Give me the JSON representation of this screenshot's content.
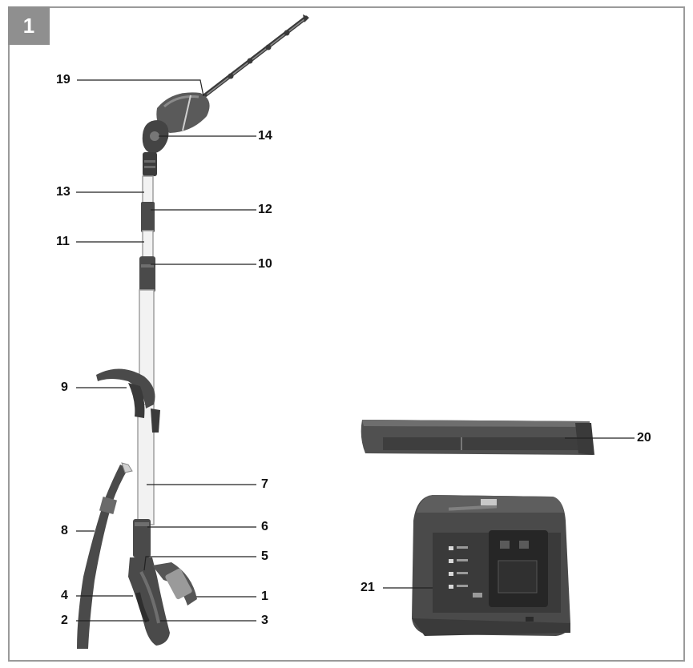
{
  "figure": {
    "number": "1"
  },
  "callouts": [
    {
      "id": "19",
      "label": "19"
    },
    {
      "id": "14",
      "label": "14"
    },
    {
      "id": "13",
      "label": "13"
    },
    {
      "id": "12",
      "label": "12"
    },
    {
      "id": "11",
      "label": "11"
    },
    {
      "id": "10",
      "label": "10"
    },
    {
      "id": "9",
      "label": "9"
    },
    {
      "id": "20",
      "label": "20"
    },
    {
      "id": "7",
      "label": "7"
    },
    {
      "id": "8",
      "label": "8"
    },
    {
      "id": "6",
      "label": "6"
    },
    {
      "id": "5",
      "label": "5"
    },
    {
      "id": "4",
      "label": "4"
    },
    {
      "id": "1",
      "label": "1"
    },
    {
      "id": "2",
      "label": "2"
    },
    {
      "id": "3",
      "label": "3"
    },
    {
      "id": "21",
      "label": "21"
    }
  ],
  "colors": {
    "frame": "#9a9a9a",
    "badge": "#8f8f8f",
    "body": "#4a4a4a",
    "shaft": "#f2f2f2"
  }
}
